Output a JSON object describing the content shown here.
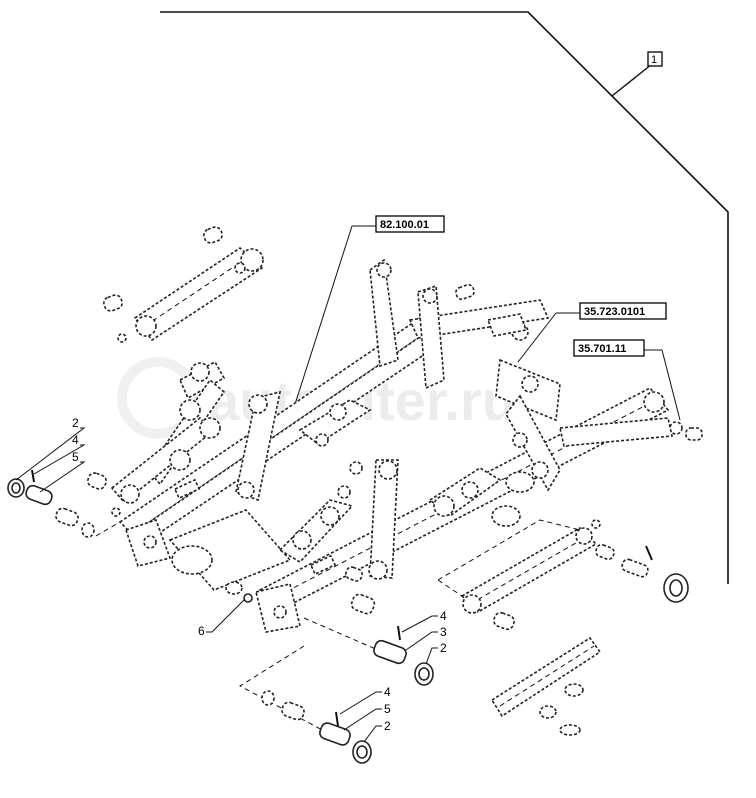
{
  "assembly": {
    "ref": "1"
  },
  "references": [
    {
      "id": "ref-82-100-01",
      "label": "82.100.01"
    },
    {
      "id": "ref-35-723-0101",
      "label": "35.723.0101"
    },
    {
      "id": "ref-35-701-11",
      "label": "35.701.11"
    }
  ],
  "callouts": [
    {
      "id": "c-left-2",
      "label": "2"
    },
    {
      "id": "c-left-4",
      "label": "4"
    },
    {
      "id": "c-left-5",
      "label": "5"
    },
    {
      "id": "c-6",
      "label": "6"
    },
    {
      "id": "c-mid-4",
      "label": "4"
    },
    {
      "id": "c-mid-3",
      "label": "3"
    },
    {
      "id": "c-mid-2",
      "label": "2"
    },
    {
      "id": "c-bot-4",
      "label": "4"
    },
    {
      "id": "c-bot-5",
      "label": "5"
    },
    {
      "id": "c-bot-2",
      "label": "2"
    }
  ],
  "watermark": "autopiter.ru"
}
